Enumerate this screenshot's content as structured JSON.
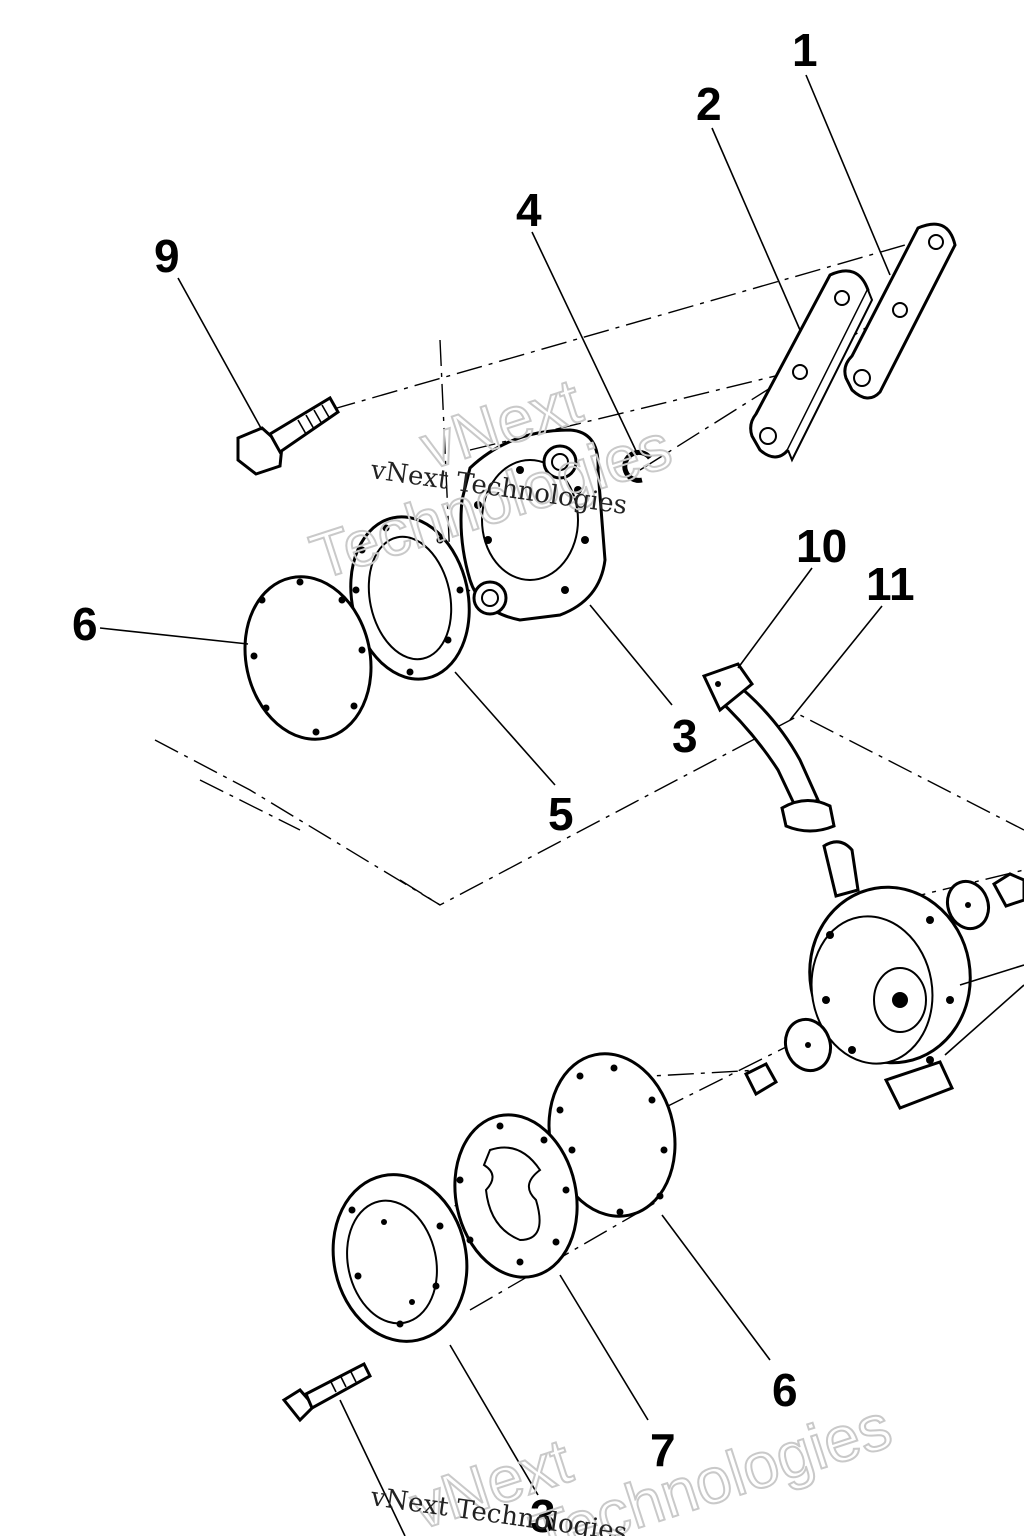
{
  "callouts": {
    "c1": "1",
    "c2": "2",
    "c3a": "3",
    "c3b": "3",
    "c4": "4",
    "c5": "5",
    "c6a": "6",
    "c6b": "6",
    "c7": "7",
    "c9": "9",
    "c10": "10",
    "c11": "11"
  },
  "watermark": {
    "small": "vNext Technologies",
    "big_line1": "vNext",
    "big_line2": "Technologies"
  }
}
